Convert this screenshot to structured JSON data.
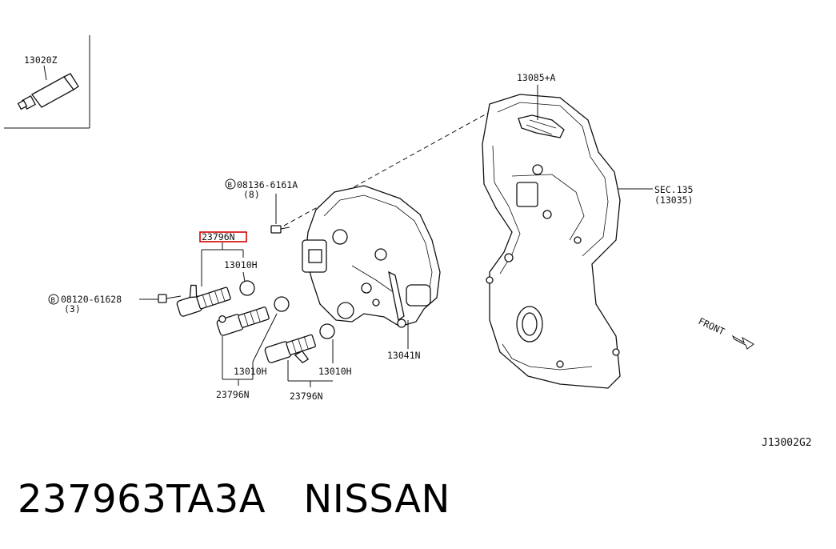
{
  "diagram": {
    "labels": {
      "sealant": "13020Z",
      "gasket": "13085+A",
      "sec": "SEC.135",
      "sec_sub": "(13035)",
      "bolt1": "08136-6161A",
      "bolt1_qty": "(8)",
      "bolt2": "08120-61628",
      "bolt2_qty": "(3)",
      "valve_top": "23796N",
      "oring_top": "13010H",
      "cover": "13041N",
      "oring_left": "13010H",
      "oring_right": "13010H",
      "valve_left": "23796N",
      "valve_right": "23796N",
      "front": "FRONT",
      "ref_code": "J13002G2",
      "bolt_marker": "B"
    }
  },
  "caption": {
    "part_number": "237963TA3A",
    "brand": "NISSAN"
  }
}
